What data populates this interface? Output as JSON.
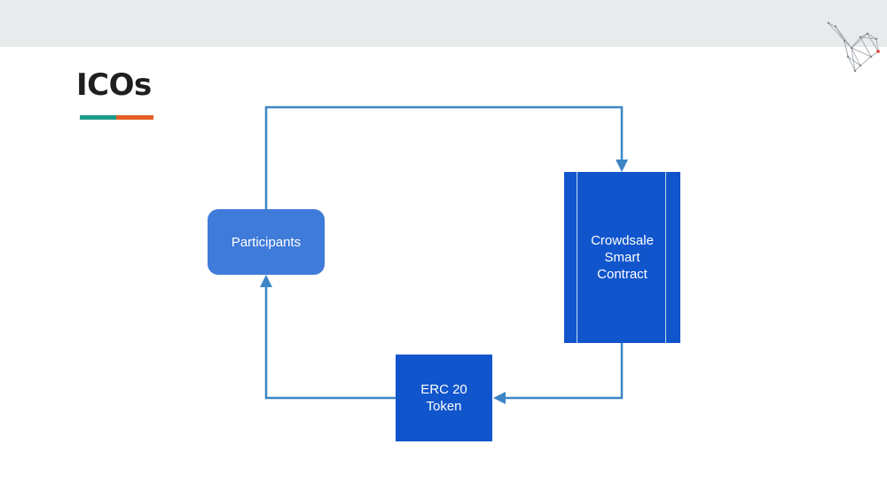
{
  "slide": {
    "title": "ICOs",
    "accent_colors": {
      "band": "#e8ebeb",
      "underline_teal": "#1d9b8a",
      "underline_orange": "#e35f25",
      "connector": "#3d85c6",
      "node_light": "#3f7bd9",
      "node_dark": "#1155cc"
    },
    "logo_icon": "low-poly-network-logo"
  },
  "diagram": {
    "nodes": {
      "participants": "Participants",
      "crowdsale": "Crowdsale\nSmart\nContract",
      "erc20": "ERC 20\nToken"
    },
    "edges": [
      {
        "from": "Participants",
        "to": "Crowdsale Smart Contract"
      },
      {
        "from": "Crowdsale Smart Contract",
        "to": "ERC 20 Token"
      },
      {
        "from": "ERC 20 Token",
        "to": "Participants"
      }
    ]
  }
}
